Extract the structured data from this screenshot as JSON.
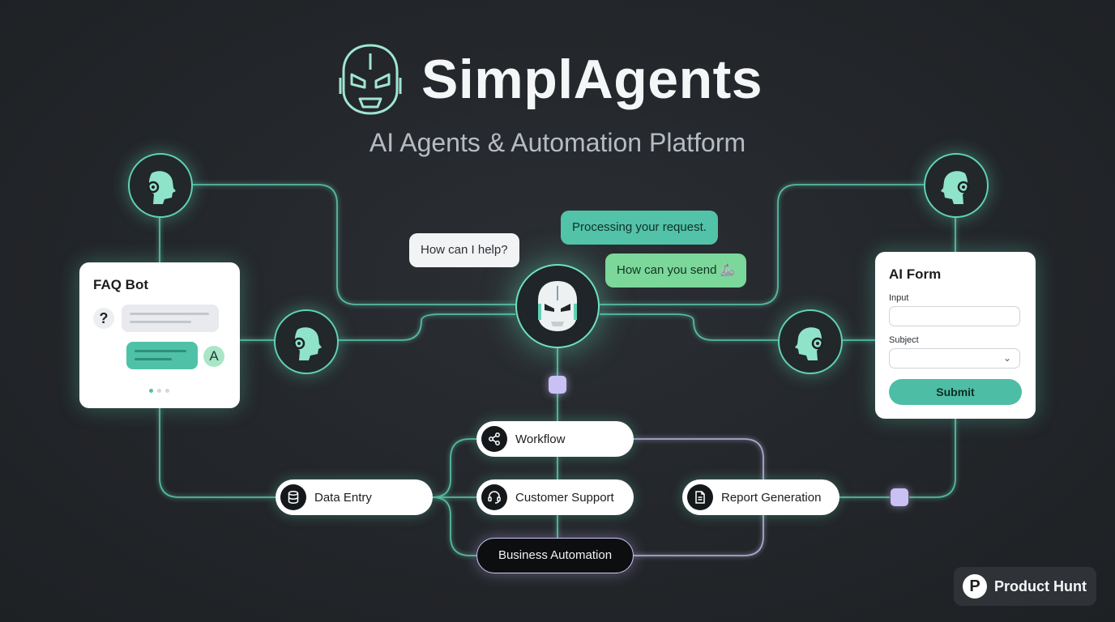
{
  "brand": {
    "title": "SimplAgents",
    "subtitle": "AI Agents & Automation Platform",
    "logo_icon": "robot-head-icon"
  },
  "chat": {
    "bubble_user": "How can I help?",
    "bubble_processing": "Processing your request.",
    "bubble_send": "How can you send 🦾"
  },
  "faq_card": {
    "title": "FAQ Bot",
    "question_mark": "?",
    "answer_avatar": "A"
  },
  "form_card": {
    "title": "AI Form",
    "input_label": "Input",
    "subject_label": "Subject",
    "select_chevron": "⌄",
    "submit_label": "Submit"
  },
  "pills": {
    "workflow": "Workflow",
    "data_entry": "Data Entry",
    "customer_support": "Customer Support",
    "report_generation": "Report Generation",
    "business_automation": "Business Automation"
  },
  "icons": {
    "workflow": "share-nodes-icon",
    "data_entry": "database-icon",
    "customer_support": "headset-icon",
    "report_generation": "document-icon",
    "agent": "robot-profile-icon"
  },
  "badge": {
    "logo_letter": "P",
    "label": "Product Hunt"
  },
  "colors": {
    "accent_teal": "#5fd3b5",
    "accent_lavender": "#c9c0f4",
    "background": "#24272b"
  }
}
